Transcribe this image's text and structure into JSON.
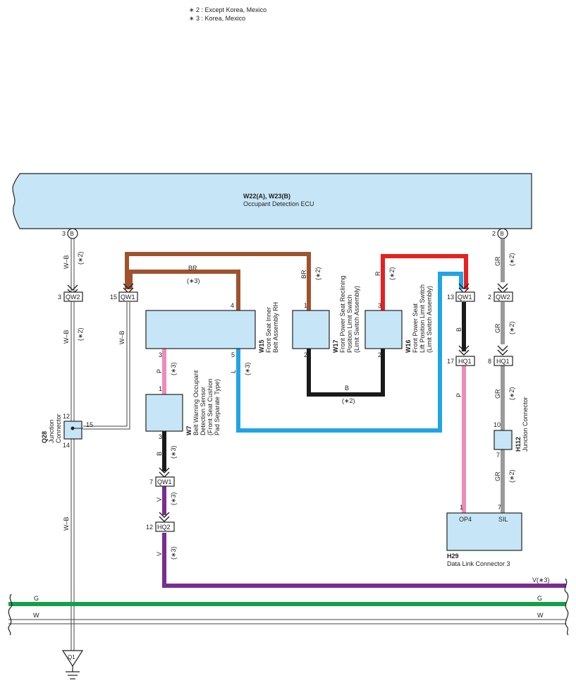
{
  "notes": {
    "note2": "∗ 2 : Except Korea,  Mexico",
    "note3": "∗ 3 : Korea,  Mexico"
  },
  "ecu": {
    "id": "W22(A), W23(B)",
    "name": "Occupant Detection ECU",
    "pin_left": "3",
    "pin_right": "2",
    "conn_letter": "B"
  },
  "components": {
    "w15": {
      "id": "W15",
      "line1": "Front Seat Inner",
      "line2": "Belt Assembly RH",
      "pin_a": "4",
      "pin_b": "3",
      "pin_c": "5"
    },
    "w17": {
      "id": "W17",
      "line1": "Front Power Seat Reclining",
      "line2": "Position Limit Switch",
      "line3": "(Limit Switch Assembly)",
      "pin_a": "1",
      "pin_b": "2"
    },
    "w16": {
      "id": "W16",
      "line1": "Front Power Seat",
      "line2": "Lift Position Limit Switch",
      "line3": "(Limit Switch Assembly)",
      "pin_a": "3",
      "pin_b": "2"
    },
    "w7": {
      "id": "W7",
      "line1": "Belt Warning Occupant",
      "line2": "Detection Sensor",
      "line3": "(Front Seat Cushion",
      "line4": "Pad Separate Type)",
      "pin_a": "1",
      "pin_b": "3"
    },
    "q28": {
      "id": "Q28",
      "line1": "Junction",
      "line2": "Connector",
      "pin_top": "12",
      "pin_right": "15",
      "pin_bottom": "14"
    },
    "h112": {
      "id": "H112",
      "line1": "Junction Connector",
      "pin_top": "10",
      "pin_bottom": "7"
    },
    "h29": {
      "id": "H29",
      "name": "Data Link Connector 3",
      "pin_op4": "OP4",
      "pin_sil": "SIL",
      "num_op4": "1",
      "num_sil": "7"
    },
    "ground": {
      "id": "Q1"
    }
  },
  "connectors": {
    "qw2_left": {
      "label": "QW2",
      "pin": "3"
    },
    "qw1_left": {
      "label": "QW1",
      "pin": "15"
    },
    "qw1_mid": {
      "label": "QW1",
      "pin": "7"
    },
    "hq2": {
      "label": "HQ2",
      "pin": "12"
    },
    "qw1_right": {
      "label": "QW1",
      "pin": "13"
    },
    "hq1_mid": {
      "label": "HQ1",
      "pin": "17"
    },
    "qw2_right": {
      "label": "QW2",
      "pin": "2"
    },
    "hq1_right": {
      "label": "HQ1",
      "pin": "8"
    }
  },
  "wire_labels": {
    "wb": "W–B",
    "br": "BR",
    "r": "R",
    "gr": "GR",
    "b": "B",
    "p": "P",
    "l": "L",
    "v": "V",
    "g": "G",
    "w": "W",
    "v3": "V(∗3)",
    "s2": "(∗2)",
    "s3": "(∗3)"
  },
  "colors": {
    "brown": "#a0522d",
    "red": "#e8201f",
    "blue": "#1fa5e4",
    "black": "#1a1a1a",
    "pink": "#ef8bb8",
    "purple": "#7b2c91",
    "grey": "#9a9a9a",
    "green": "#14a04a",
    "ecu_fill": "#c6e6f7"
  }
}
